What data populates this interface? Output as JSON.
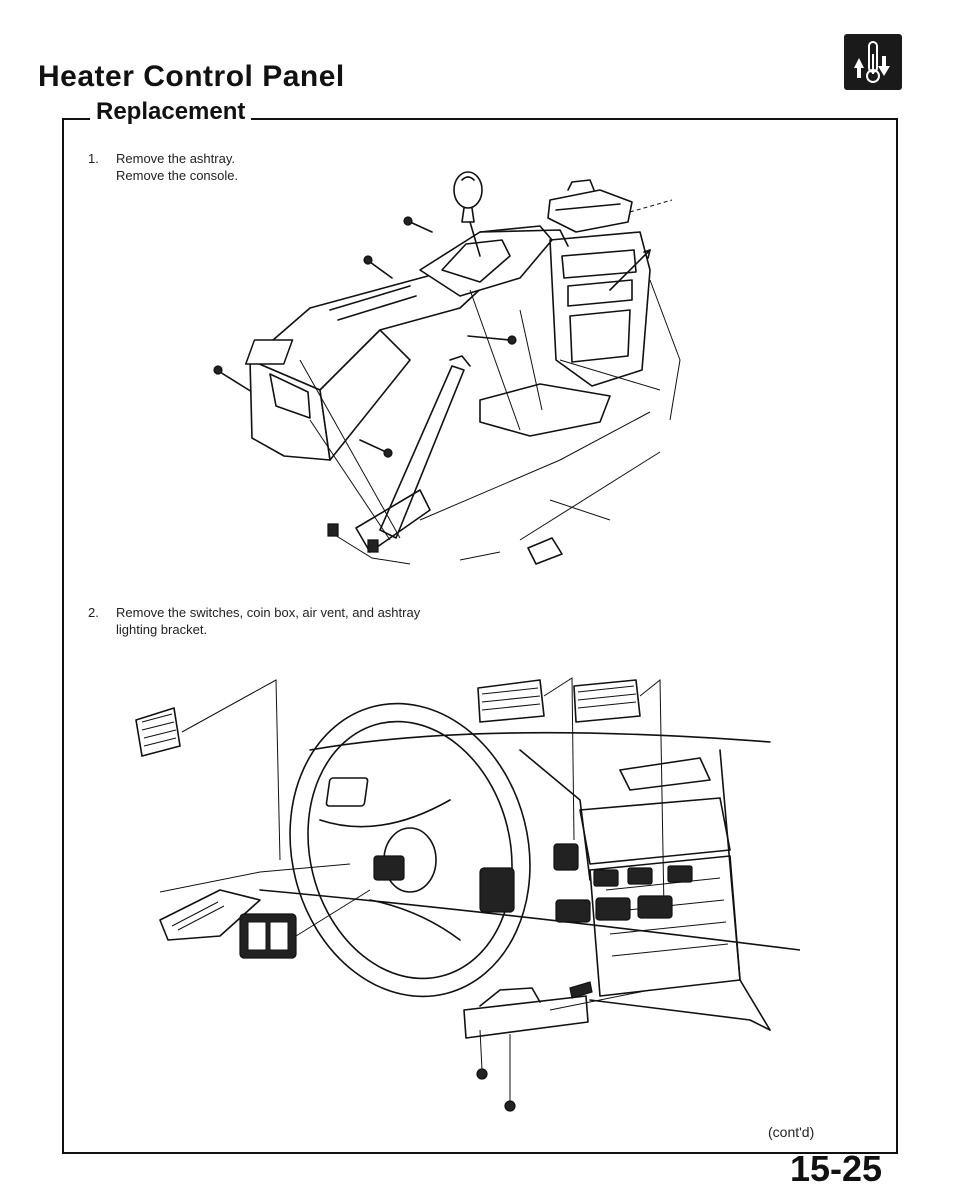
{
  "header": {
    "title": "Heater Control Panel",
    "icon": "heater-thermometer-icon"
  },
  "section": {
    "title": "Replacement"
  },
  "steps": [
    {
      "number": "1.",
      "text": "Remove the ashtray.\nRemove the  console."
    },
    {
      "number": "2.",
      "text": "Remove the switches, coin box, air vent, and ashtray\nlighting bracket."
    }
  ],
  "footer": {
    "continued": "(cont'd)",
    "page_number": "15-25"
  }
}
